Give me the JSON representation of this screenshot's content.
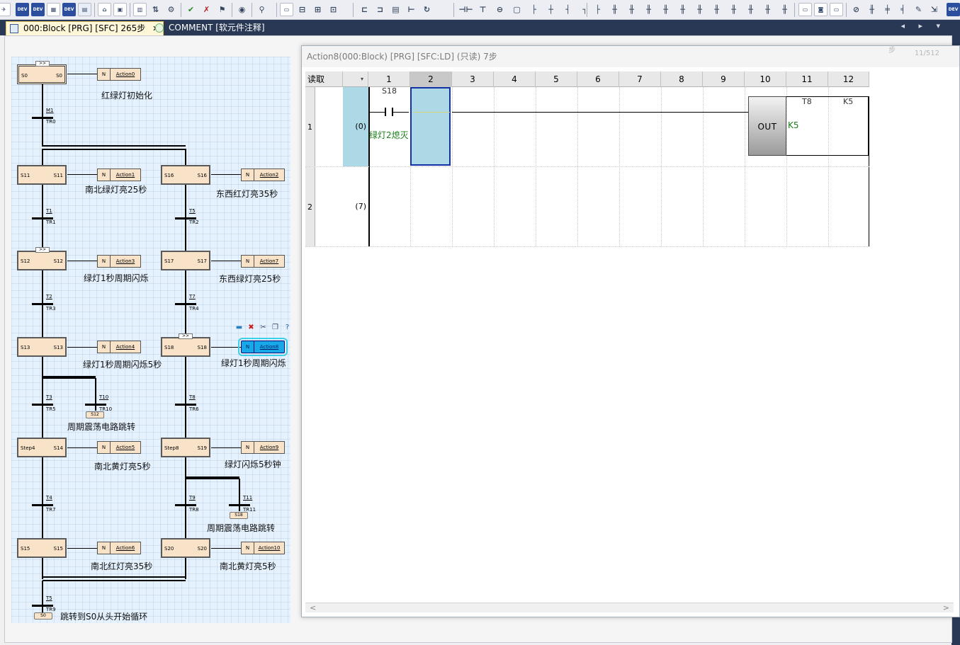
{
  "colors": {
    "tab_bar": "#293955",
    "step_fill": "#f8e2c8",
    "sfc_bg": "#e5f1fc",
    "selected_action": "#17a8e8",
    "comment_green": "#1a7f1a",
    "cursor_cell": "#add8e6"
  },
  "toolbar": {
    "dev_label": "DEV",
    "icons": [
      "device-icon",
      "device-read-icon",
      "device-write-icon",
      "monitor-icon",
      "grid-icon",
      "network-icon",
      "sfc-icon",
      "program-icon",
      "transfer-icon",
      "verify-icon",
      "check-icon",
      "replace-icon",
      "find-icon",
      "watch-icon",
      "zoom-icon",
      "window-icon",
      "ladder-icon",
      "contact-icon",
      "coil-icon"
    ]
  },
  "tabs": [
    {
      "label": "000:Block [PRG] [SFC] 265步",
      "close": "✕",
      "active": true
    },
    {
      "label": "COMMENT [软元件注释]",
      "active": false
    }
  ],
  "sfc": {
    "initial_step": {
      "id": "S0",
      "num": "S0",
      "action": "Action0",
      "qualifier": "N",
      "comment": "红绿灯初始化",
      "badge": ">>"
    },
    "transitions": {
      "t_init": {
        "cond": "M1",
        "name": "TR0"
      },
      "tr1": {
        "cond": "T1",
        "name": "TR1"
      },
      "tr2": {
        "cond": "T5",
        "name": "TR2"
      },
      "tr3": {
        "cond": "T2",
        "name": "TR3"
      },
      "tr4": {
        "cond": "T7",
        "name": "TR4"
      },
      "tr5": {
        "cond": "T3",
        "name": "TR5"
      },
      "tr10": {
        "cond": "T10",
        "name": "TR10"
      },
      "tr6": {
        "cond": "T8",
        "name": "TR6"
      },
      "tr7": {
        "cond": "T4",
        "name": "TR7"
      },
      "tr8": {
        "cond": "T9",
        "name": "TR8"
      },
      "tr11": {
        "cond": "T11",
        "name": "TR11"
      },
      "tr9": {
        "cond": "T5",
        "name": "TR9"
      }
    },
    "steps": {
      "s11": {
        "id": "S11",
        "num": "S11",
        "action": "Action1",
        "comment": "南北绿灯亮25秒"
      },
      "s16": {
        "id": "S16",
        "num": "S16",
        "action": "Action2",
        "comment": "东西红灯亮35秒"
      },
      "s12": {
        "id": "S12",
        "num": "S12",
        "action": "Action3",
        "comment": "绿灯1秒周期闪烁",
        "badge": ">>"
      },
      "s17": {
        "id": "S17",
        "num": "S17",
        "action": "Action7",
        "comment": "东西绿灯亮25秒"
      },
      "s13": {
        "id": "S13",
        "num": "S13",
        "action": "Action4",
        "comment": "绿灯1秒周期闪烁5秒"
      },
      "s18": {
        "id": "S18",
        "num": "S18",
        "action": "Action8",
        "comment": "绿灯1秒周期闪烁",
        "badge": ">>"
      },
      "s14": {
        "id": "Step4",
        "num": "S14",
        "action": "Action5",
        "comment": "南北黄灯亮5秒"
      },
      "s19": {
        "id": "Step8",
        "num": "S19",
        "action": "Action9",
        "comment": "绿灯闪烁5秒钟"
      },
      "s15": {
        "id": "S15",
        "num": "S15",
        "action": "Action6",
        "comment": "南北红灯亮35秒"
      },
      "s20": {
        "id": "S20",
        "num": "S20",
        "action": "Action10",
        "comment": "南北黄灯亮5秒"
      }
    },
    "qualifier": "N",
    "jumps": {
      "j12": {
        "target": "S12",
        "comment": "周期震荡电路跳转"
      },
      "j18": {
        "target": "S18",
        "comment": "周期震荡电路跳转"
      },
      "j0": {
        "target": "S0",
        "comment": "跳转到S0从头开始循环"
      }
    },
    "mini_toolbar_icons": [
      "ladder-mini-icon",
      "delete-icon",
      "cut-icon",
      "copy-icon",
      "help-icon"
    ]
  },
  "ladder": {
    "title": "Action8(000:Block) [PRG] [SFC:LD] (只读) 7步",
    "ghost_tabs": [
      "步",
      "11/512"
    ],
    "header": {
      "corner": "读取",
      "dropdown": "▾",
      "columns": [
        "1",
        "2",
        "3",
        "4",
        "5",
        "6",
        "7",
        "8",
        "9",
        "10",
        "11",
        "12"
      ]
    },
    "rows": [
      {
        "num": "1",
        "step": "(0)",
        "contact": "S18",
        "comment": "绿灯2熄灭",
        "coil": "OUT",
        "device": "T8",
        "setting": "K5",
        "setting_comment": "K5"
      },
      {
        "num": "2",
        "step": "(7)"
      }
    ],
    "scroll": {
      "left": "<",
      "right": ">"
    }
  },
  "tab_nav": "◂ ▸ ▾"
}
